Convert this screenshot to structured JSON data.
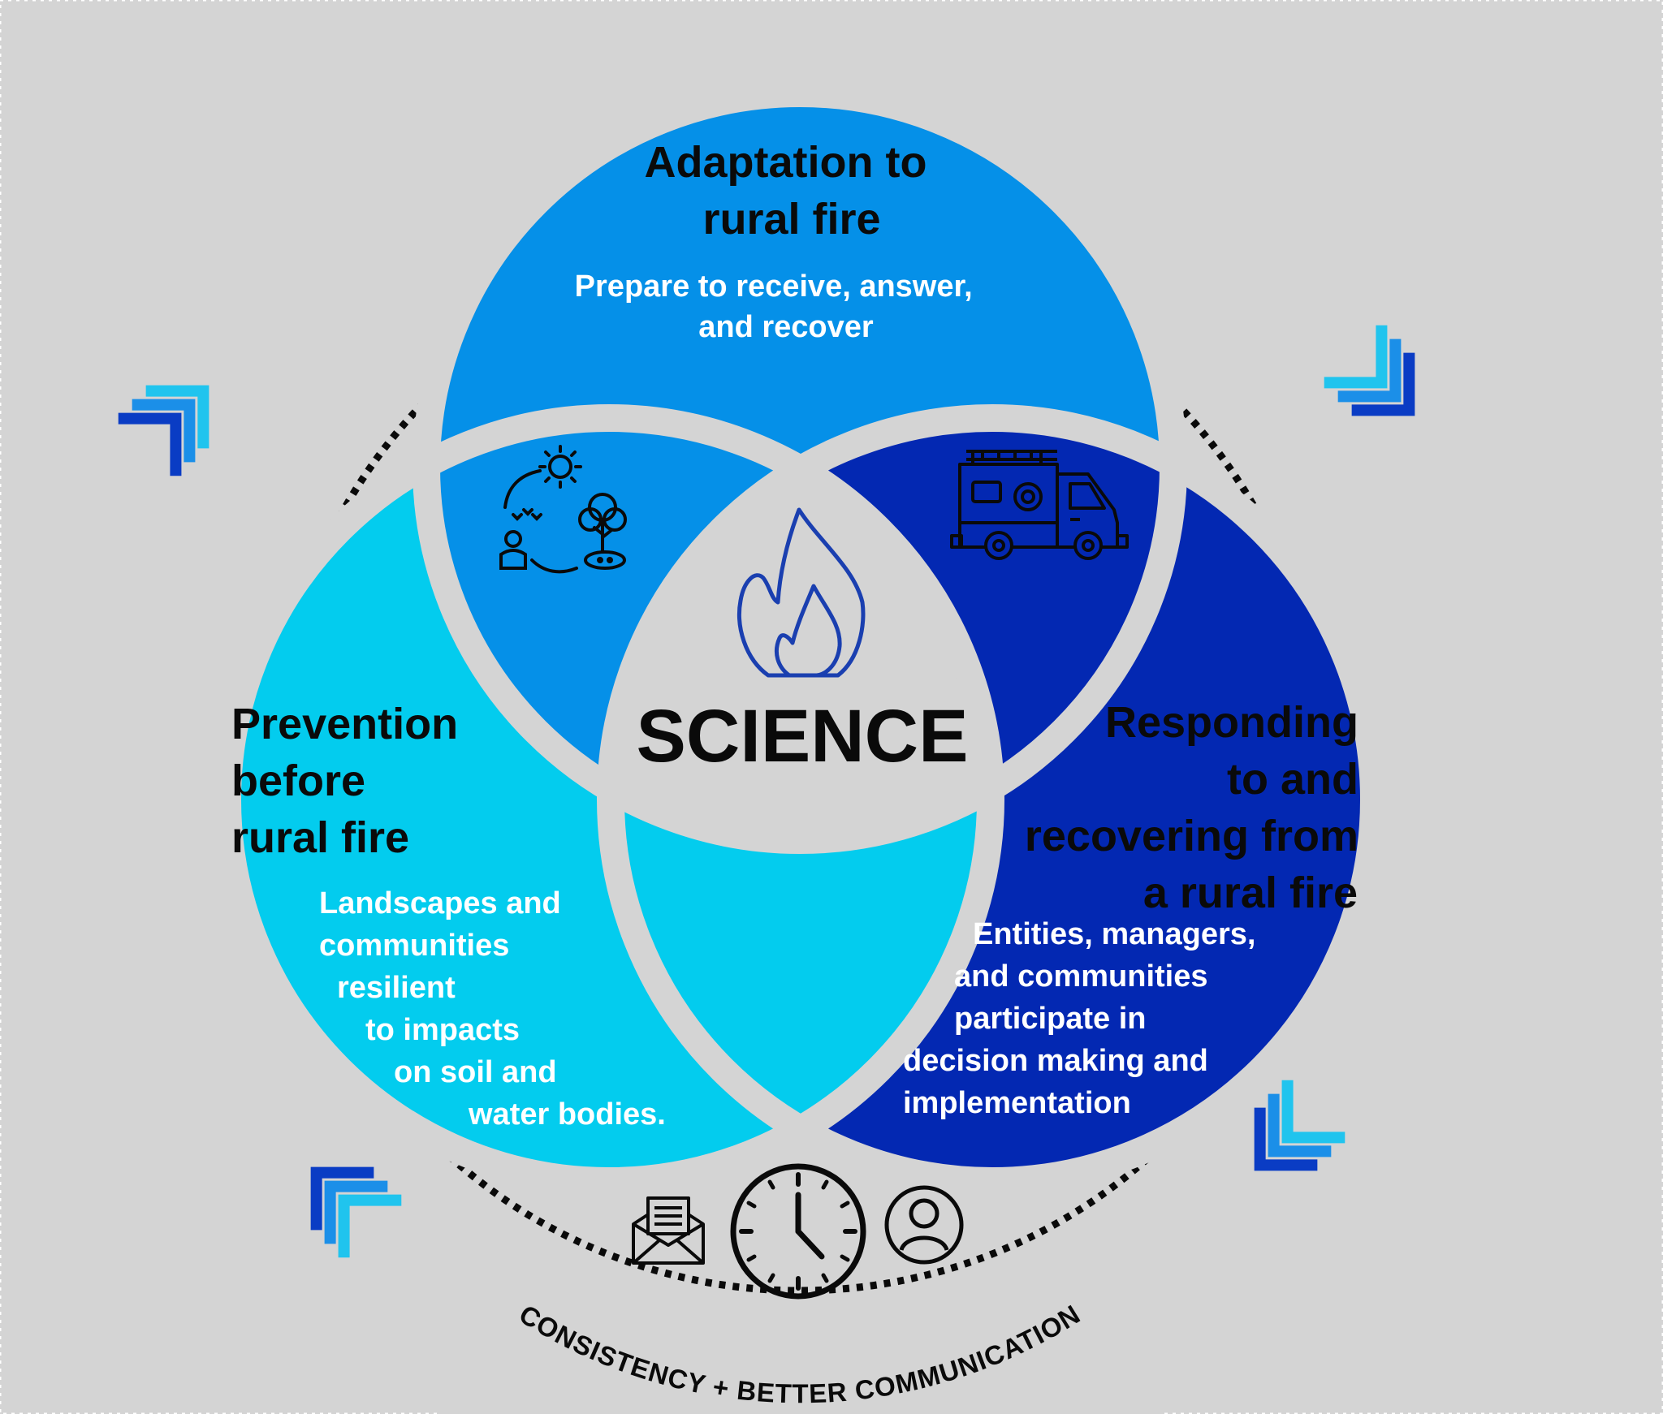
{
  "center": {
    "label": "SCIENCE"
  },
  "circles": {
    "top": {
      "title_lines": [
        "Adaptation to",
        "rural fire"
      ],
      "subtitle_lines": [
        "Prepare to receive, answer,",
        "and recover"
      ],
      "color": "#0590e8",
      "icon": "nature-cycle-icon"
    },
    "left": {
      "title_lines": [
        "Prevention",
        "before",
        "rural fire"
      ],
      "subtitle_lines": [
        "Landscapes and",
        "communities",
        "resilient",
        "to impacts",
        "on soil and",
        "water bodies."
      ],
      "color": "#03ccee"
    },
    "right": {
      "title_lines": [
        "Responding",
        "to and",
        "recovering from",
        "a rural fire"
      ],
      "subtitle_lines": [
        "Entities, managers,",
        "and communities",
        "participate in",
        "decision making and",
        "implementation"
      ],
      "color": "#0328b2",
      "icon": "fire-truck-icon"
    }
  },
  "cycle": {
    "label": "CONSISTENCY + BETTER COMMUNICATION",
    "icons": [
      "envelope-icon",
      "clock-icon",
      "user-icon",
      "chevrons-icon",
      "flame-icon"
    ],
    "colors": {
      "dark": "#0a3cc4",
      "mid": "#1b8fe8",
      "light": "#20c4ee",
      "dots": "#0a0a0a"
    }
  }
}
